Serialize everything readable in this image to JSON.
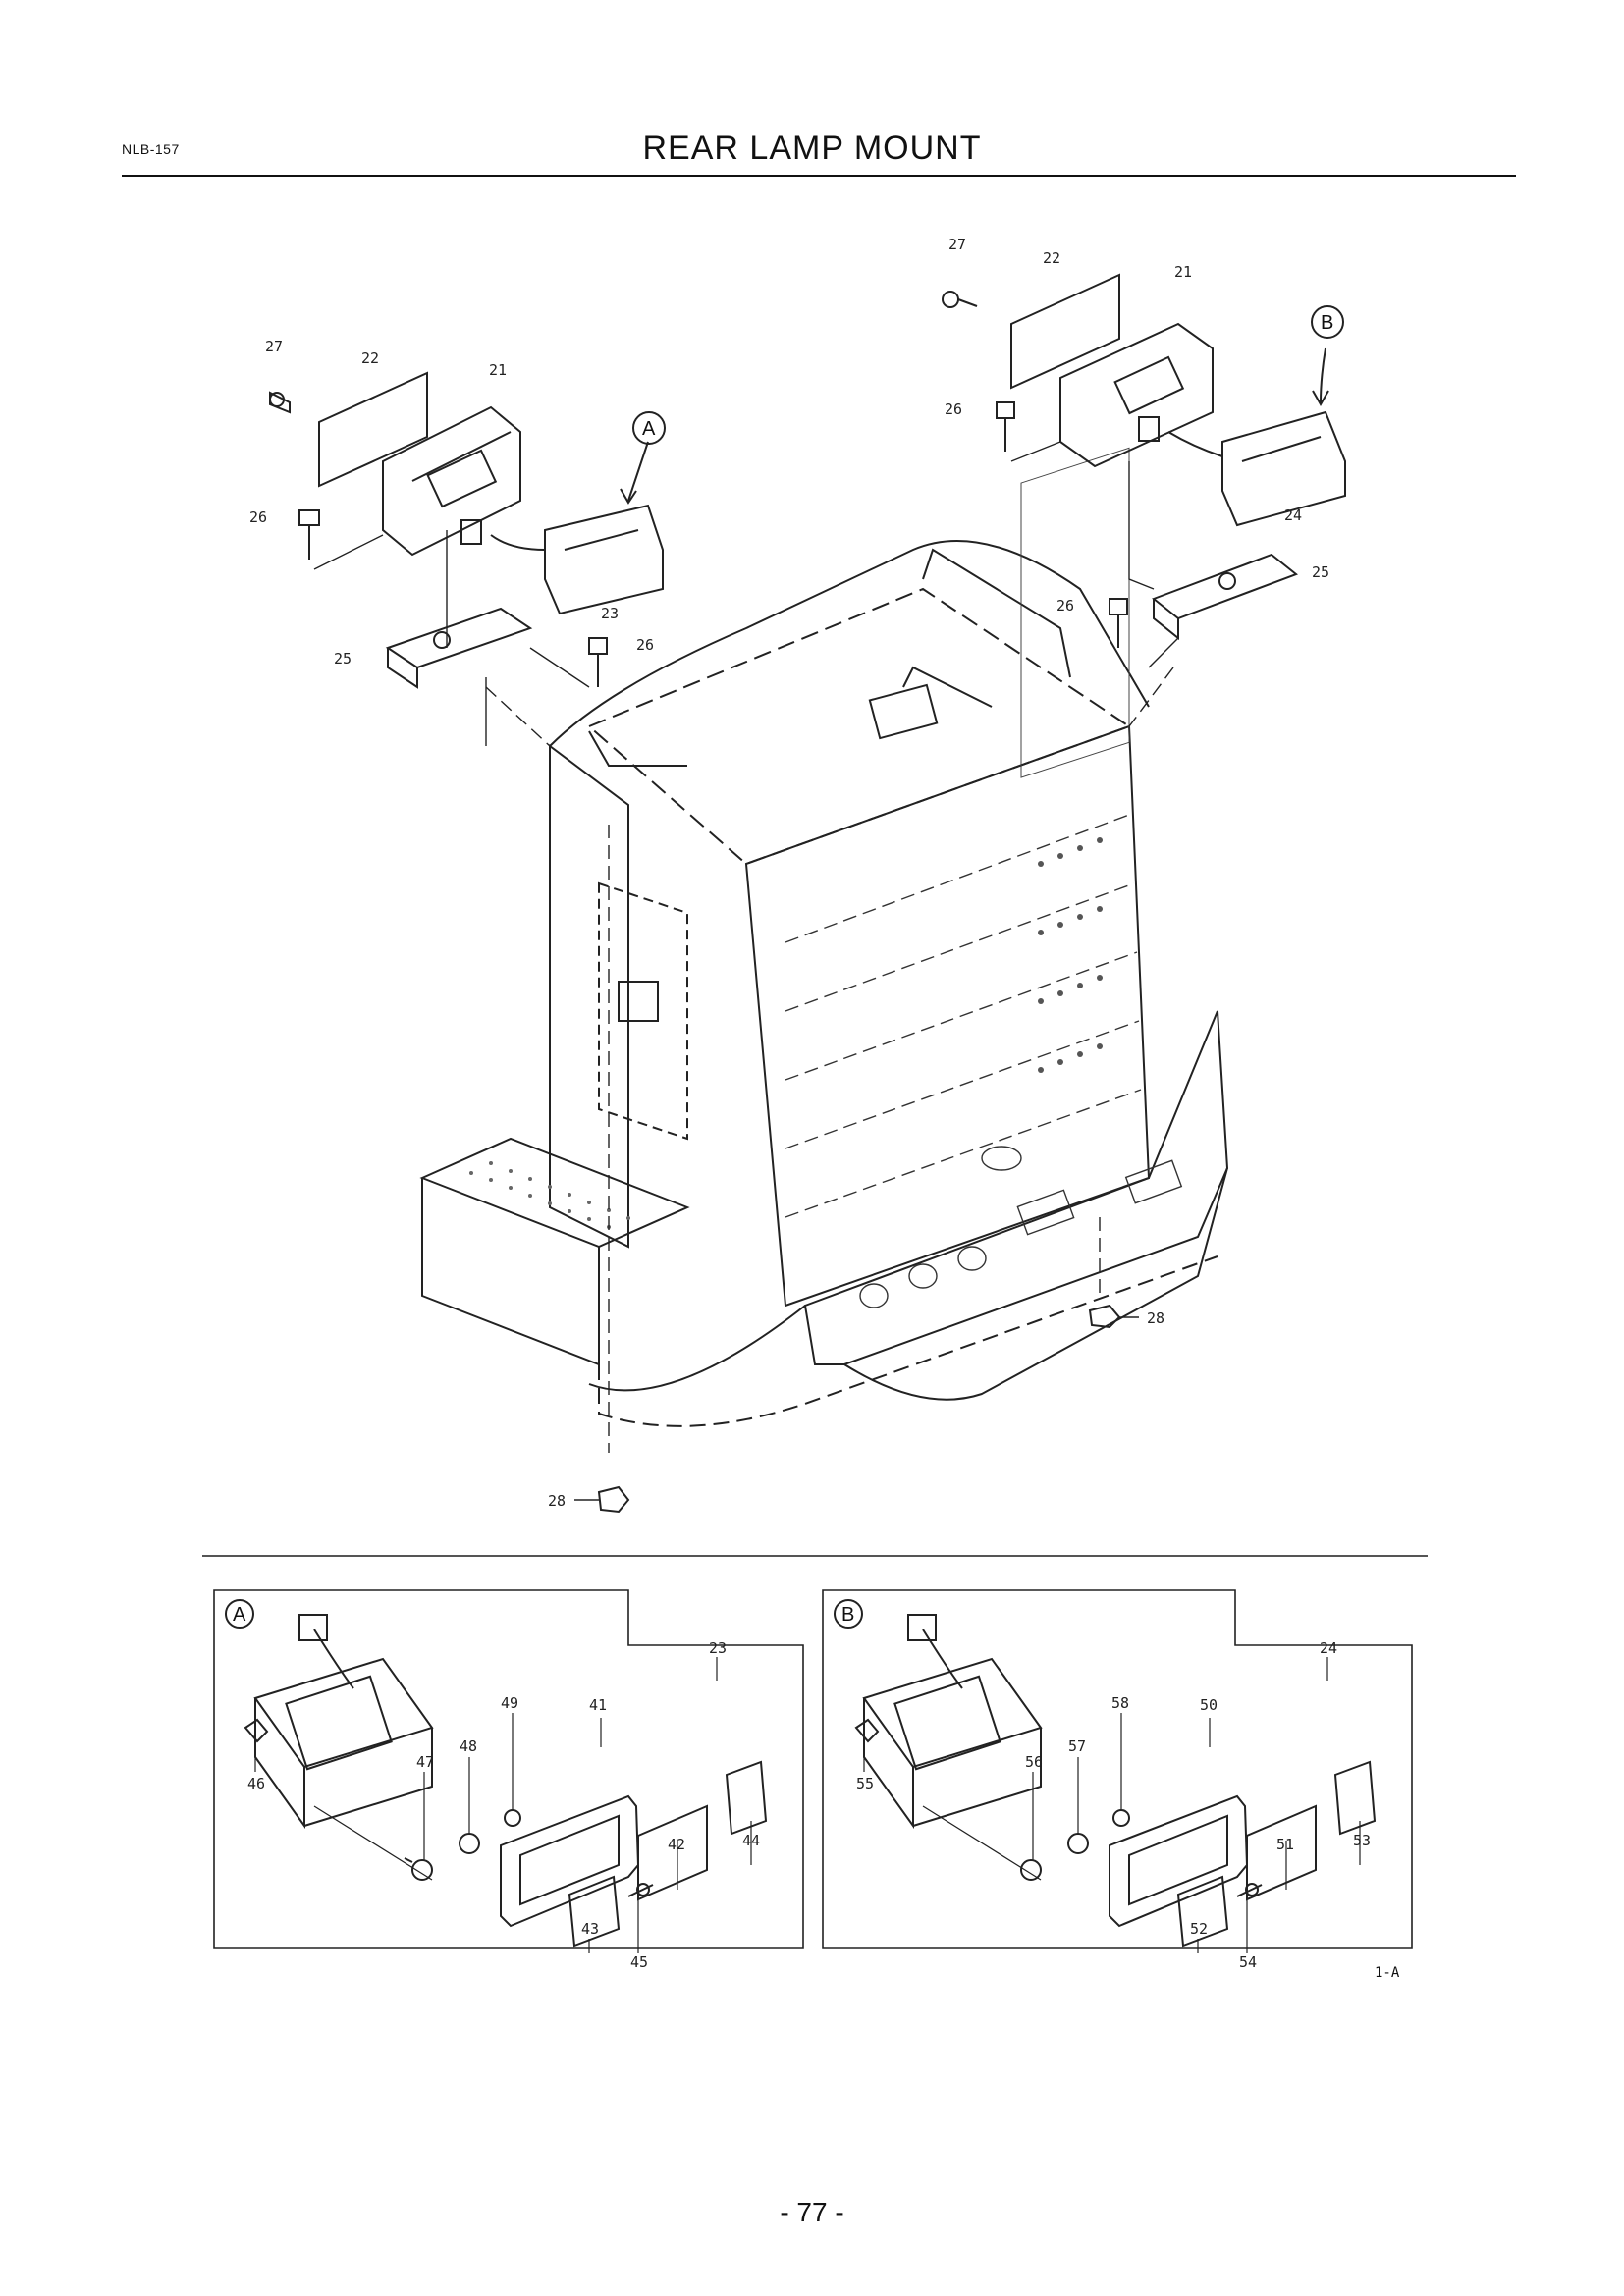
{
  "header": {
    "code": "NLB-157",
    "title": "REAR LAMP MOUNT"
  },
  "footer": {
    "figure_code": "1-A",
    "page_number": "- 77 -"
  },
  "callouts": {
    "left_lamp": [
      "27",
      "22",
      "21",
      "26",
      "23",
      "25",
      "26"
    ],
    "right_lamp": [
      "27",
      "22",
      "21",
      "26",
      "24",
      "25",
      "26"
    ],
    "nut_right": "28",
    "nut_bottom": "28",
    "detail_A": "A",
    "detail_B": "B"
  },
  "detail_A": {
    "marker": "A",
    "assembly": "23",
    "parts": [
      "41",
      "49",
      "48",
      "47",
      "46",
      "42",
      "44",
      "43",
      "45"
    ]
  },
  "detail_B": {
    "marker": "B",
    "assembly": "24",
    "parts": [
      "50",
      "58",
      "57",
      "56",
      "55",
      "51",
      "53",
      "52",
      "54"
    ]
  }
}
